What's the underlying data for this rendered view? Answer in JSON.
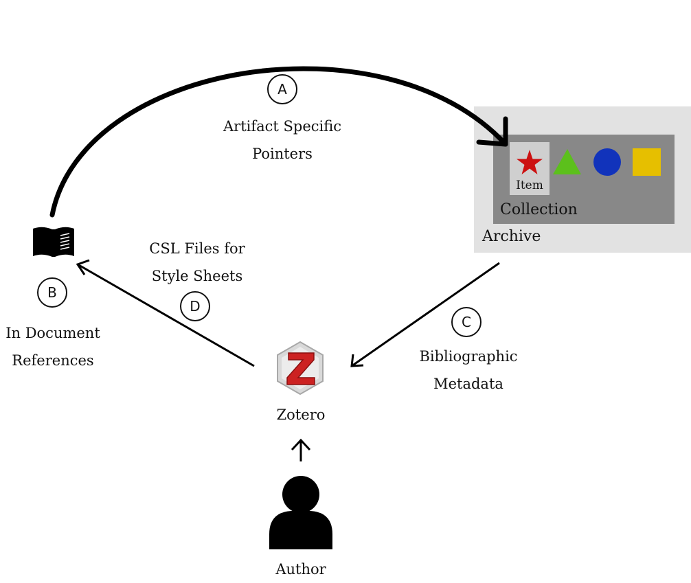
{
  "markers": {
    "a": "A",
    "b": "B",
    "c": "C",
    "d": "D"
  },
  "labels": {
    "pointers_line1": "Artifact Specific",
    "pointers_line2": "Pointers",
    "references_line1": "In Document",
    "references_line2": "References",
    "csl_line1": "CSL Files for",
    "csl_line2": "Style Sheets",
    "metadata_line1": "Bibliographic",
    "metadata_line2": "Metadata",
    "zotero": "Zotero",
    "author": "Author",
    "item": "Item",
    "collection": "Collection",
    "archive": "Archive"
  },
  "icons": {
    "document": "book-icon",
    "zotero": "zotero-logo-icon",
    "author": "person-icon",
    "item_star": "star-icon",
    "triangle": "triangle-icon",
    "circle": "circle-icon",
    "square": "square-icon"
  },
  "colors": {
    "star": "#cc1111",
    "triangle": "#5cc01c",
    "circle": "#1133bb",
    "square": "#e6bf00",
    "archive": "#e2e2e2",
    "collection": "#888888",
    "item": "#cfcfcf",
    "zotero_red": "#cc2222"
  }
}
